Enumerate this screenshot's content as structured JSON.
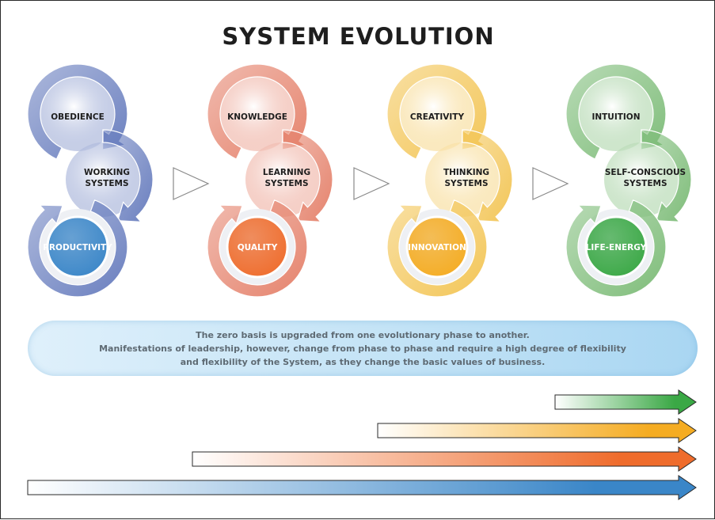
{
  "title": "SYSTEM EVOLUTION",
  "colors": {
    "blue": "#4a6db4",
    "blue_core": "#3a86c8",
    "red": "#e5836d",
    "red_core": "#ef6c2c",
    "yellow": "#f3c658",
    "yellow_core": "#f5ac22",
    "green": "#7fbd7a",
    "green_core": "#3aa845",
    "outline": "#2a2a2a"
  },
  "phases": [
    {
      "top": "OBEDIENCE",
      "mid": [
        "WORKING",
        "SYSTEMS"
      ],
      "core": "PRODUCTIVITY",
      "color": "#6a7fbf",
      "core_color": "#3a86c8"
    },
    {
      "top": "KNOWLEDGE",
      "mid": [
        "LEARNING",
        "SYSTEMS"
      ],
      "core": "QUALITY",
      "color": "#e5836d",
      "core_color": "#ef6c2c"
    },
    {
      "top": "CREATIVITY",
      "mid": [
        "THINKING",
        "SYSTEMS"
      ],
      "core": "INNOVATION",
      "color": "#f3c658",
      "core_color": "#f5ac22"
    },
    {
      "top": "INTUITION",
      "mid": [
        "SELF-CONSCIOUS",
        "SYSTEMS"
      ],
      "core": "LIFE-ENERGY",
      "color": "#7fbd7a",
      "core_color": "#3aa845"
    }
  ],
  "note": [
    "The zero basis is upgraded from one evolutionary phase to another.",
    "Manifestations of leadership, however, change from phase to phase and require a high degree of flexibility",
    "and flexibility of the System, as they change the basic values of business."
  ],
  "timeline": [
    {
      "color": "#3aa845"
    },
    {
      "color": "#f5ac22"
    },
    {
      "color": "#ef6c2c"
    },
    {
      "color": "#3a86c8"
    }
  ]
}
